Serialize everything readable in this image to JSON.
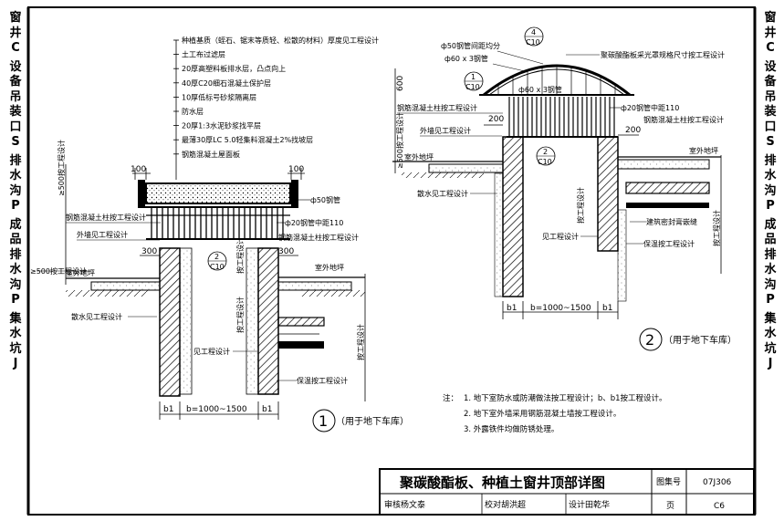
{
  "side_index": [
    "窗",
    "井",
    "C",
    "",
    "设",
    "备",
    "吊",
    "装",
    "口",
    "S",
    "",
    "排",
    "水",
    "沟",
    "P",
    "",
    "成",
    "品",
    "排",
    "水",
    "沟",
    "P",
    "",
    "集",
    "水",
    "坑",
    "J"
  ],
  "detail1": {
    "layers": [
      "种植基质（蛭石、锯末等质轻、松散的材料）厚度见工程设计",
      "土工布过滤层",
      "20厚高塑料板排水层，凸点向上",
      "40厚C20细石混凝土保护层",
      "10厚低标号砂浆隔离层",
      "防水层",
      "20厚1:3水泥砂浆找平层",
      "最薄30厚LC 5.0轻集料混凝土2%找坡层",
      "钢筋混凝土屋面板"
    ],
    "pipe_top": "ф50钢管",
    "pipe_bars": "ф20钢管中距110",
    "column_left": "钢筋混凝土柱按工程设计",
    "column_right": "钢筋混凝土柱按工程设计",
    "wall_outer": "外墙见工程设计",
    "dim_100_left": "100",
    "dim_100_right": "100",
    "dim_300_left": "300",
    "dim_300_right": "300",
    "grade_left": "室外地坪",
    "grade_right": "室外地坪",
    "h500": "≥500按工程设计",
    "drain": "散水见工程设计",
    "h_right_vert": "按工程设计",
    "wall_see": "见工程设计",
    "wall_see2": "按工程设计",
    "insul": "保温按工程设计",
    "vert_right": "按工程设计",
    "ref_num": "2",
    "ref_sheet": "C10",
    "b1_left": "b1",
    "b_width": "b=1000~1500",
    "b1_right": "b1",
    "label_num": "1",
    "label_text": "（用于地下车库）"
  },
  "detail2": {
    "pipe_spacing": "ф50钢管间距均分",
    "pipe_60": "ф60 x 3钢管",
    "ref_top_num": "4",
    "ref_top_sheet": "C10",
    "ref_left_num": "1",
    "ref_left_sheet": "C10",
    "ref_mid_num": "2",
    "ref_mid_sheet": "C10",
    "pipe_60_center": "ф60 x 3钢管",
    "polycarb": "聚碳酸酯板采光罩规格尺寸按工程设计",
    "col_left": "钢筋混凝土柱按工程设计",
    "pipe_bars": "ф20钢管中距110",
    "col_right": "钢筋混凝土柱按工程设计",
    "wall_outer": "外墙见工程设计",
    "dim_600": "600",
    "dim_200_left": "200",
    "dim_200_right": "200",
    "h500": "≥500按工程设计",
    "grade_left": "室外地坪",
    "grade_right": "室外地坪",
    "drain": "散水见工程设计",
    "seal": "建筑密封膏嵌缝",
    "wall_see": "见工程设计",
    "insul": "保温按工程设计",
    "vert_mid": "按工程设计",
    "vert_right": "按工程设计",
    "b1_left": "b1",
    "b_width": "b=1000~1500",
    "b1_right": "b1",
    "label_num": "2",
    "label_text": "（用于地下车库）"
  },
  "notes": {
    "prefix": "注：",
    "items": [
      "1. 地下室防水或防潮做法按工程设计；b、b1按工程设计。",
      "2. 地下室外墙采用钢筋混凝土墙按工程设计。",
      "3. 外露铁件均做防锈处理。"
    ]
  },
  "title_block": {
    "title": "聚碳酸酯板、种植土窗井顶部详图",
    "atlas_label": "图集号",
    "atlas_no": "07J306",
    "review": "审核杨文泰",
    "check": "校对胡洪超",
    "design": "设计田乾华",
    "page_label": "页",
    "page_no": "C6"
  }
}
